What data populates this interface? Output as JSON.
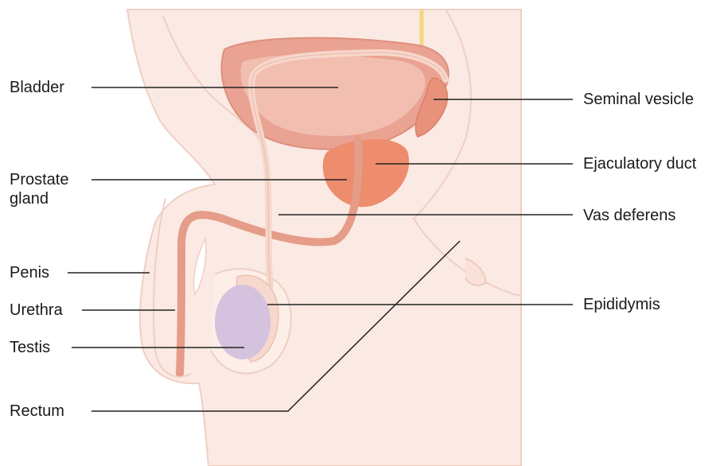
{
  "labels": {
    "bladder": "Bladder",
    "prostate_line1": "Prostate",
    "prostate_line2": "gland",
    "penis": "Penis",
    "urethra": "Urethra",
    "testis": "Testis",
    "rectum": "Rectum",
    "seminal_vesicle": "Seminal vesicle",
    "ejaculatory_duct": "Ejaculatory duct",
    "vas_deferens": "Vas deferens",
    "epididymis": "Epididymis"
  },
  "colors": {
    "body_fill": "#fbe9e3",
    "body_outline": "#efcfc4",
    "bladder": "#eaa393",
    "bladder_inner": "#f2beb0",
    "prostate": "#ee8c6e",
    "duct": "#e59c88",
    "testis": "#d5c2de",
    "epididymis": "#f6d9cc",
    "spine_nerve": "#f5d77e",
    "leader_line": "#222222"
  }
}
